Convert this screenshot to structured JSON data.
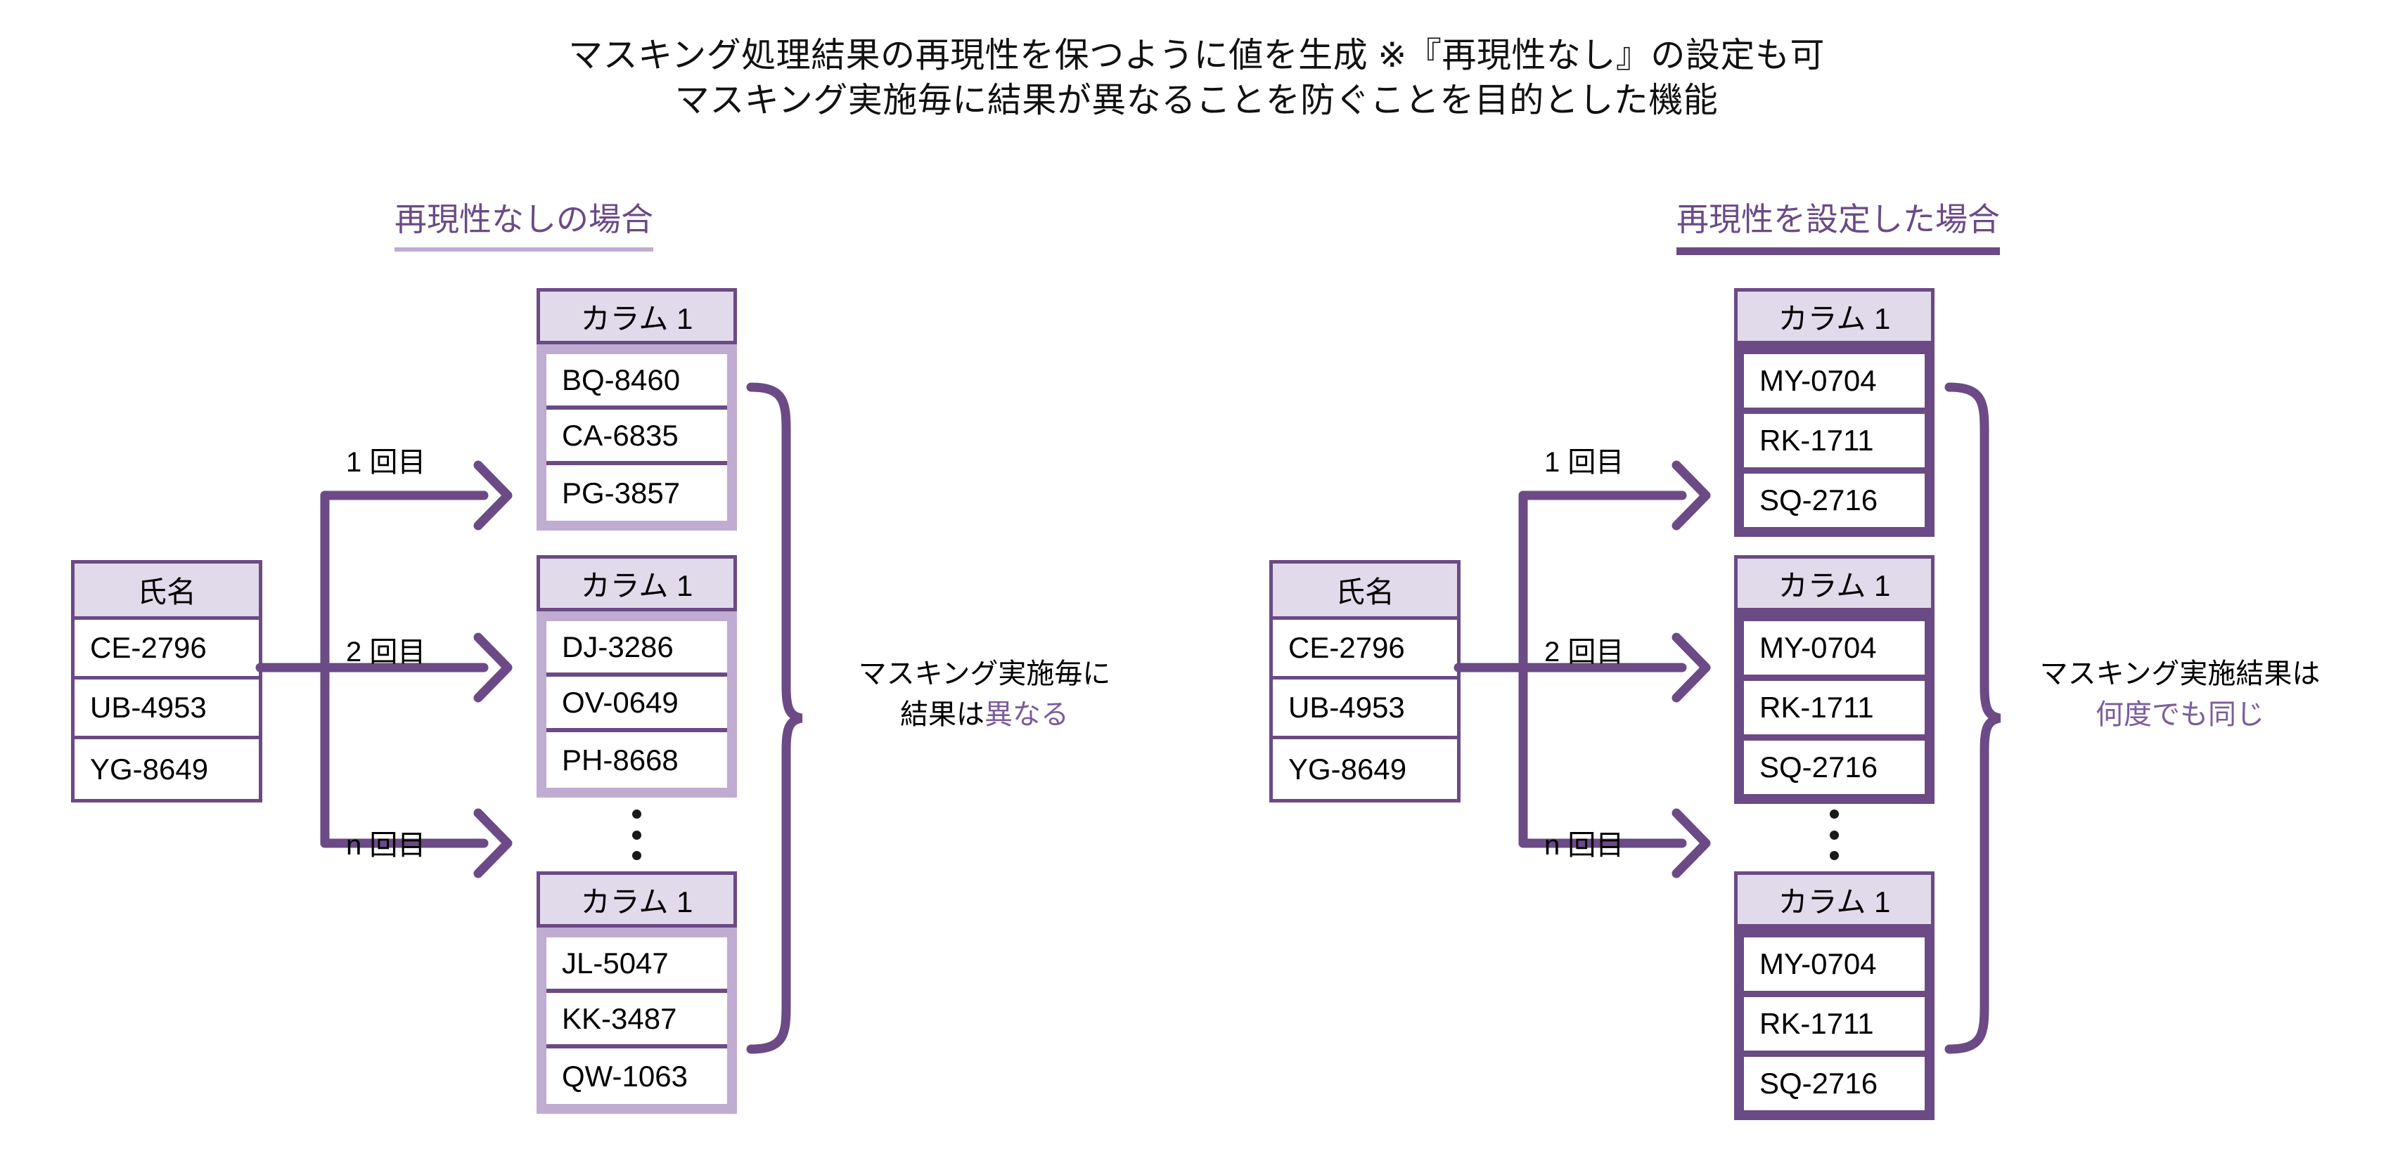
{
  "title": {
    "line1": "マスキング処理結果の再現性を保つように値を生成 ※『再現性なし』の設定も可",
    "line2": "マスキング実施毎に結果が異なることを防ぐことを目的とした機能"
  },
  "colors": {
    "accent_dark": "#6B4A86",
    "accent_light": "#BFACD0",
    "header_fill": "#E1DAEA",
    "note_highlight": "#7C5C9B"
  },
  "panels": [
    {
      "id": "no-reproducibility",
      "heading": "再現性なしの場合",
      "underline_style": "thin",
      "source_table": {
        "header": "氏名",
        "rows": [
          "CE-2796",
          "UB-4953",
          "YG-8649"
        ]
      },
      "arrow_labels": [
        "1 回目",
        "2 回目",
        "n 回目"
      ],
      "ellipsis": "⋮",
      "result_tables": [
        {
          "header": "カラム 1",
          "rows": [
            "BQ-8460",
            "CA-6835",
            "PG-3857"
          ],
          "highlighted": false
        },
        {
          "header": "カラム 1",
          "rows": [
            "DJ-3286",
            "OV-0649",
            "PH-8668"
          ],
          "highlighted": false
        },
        {
          "header": "カラム 1",
          "rows": [
            "JL-5047",
            "KK-3487",
            "QW-1063"
          ],
          "highlighted": false
        }
      ],
      "note": {
        "line1": "マスキング実施毎に",
        "line2_plain": "結果は",
        "line2_highlight": "異なる"
      }
    },
    {
      "id": "with-reproducibility",
      "heading": "再現性を設定した場合",
      "underline_style": "thick",
      "source_table": {
        "header": "氏名",
        "rows": [
          "CE-2796",
          "UB-4953",
          "YG-8649"
        ]
      },
      "arrow_labels": [
        "1 回目",
        "2 回目",
        "n 回目"
      ],
      "ellipsis": "⋮",
      "result_tables": [
        {
          "header": "カラム 1",
          "rows": [
            "MY-0704",
            "RK-1711",
            "SQ-2716"
          ],
          "highlighted": true
        },
        {
          "header": "カラム 1",
          "rows": [
            "MY-0704",
            "RK-1711",
            "SQ-2716"
          ],
          "highlighted": true
        },
        {
          "header": "カラム 1",
          "rows": [
            "MY-0704",
            "RK-1711",
            "SQ-2716"
          ],
          "highlighted": true
        }
      ],
      "note": {
        "line1": "マスキング実施結果は",
        "line2_highlight": "何度でも同じ"
      }
    }
  ]
}
